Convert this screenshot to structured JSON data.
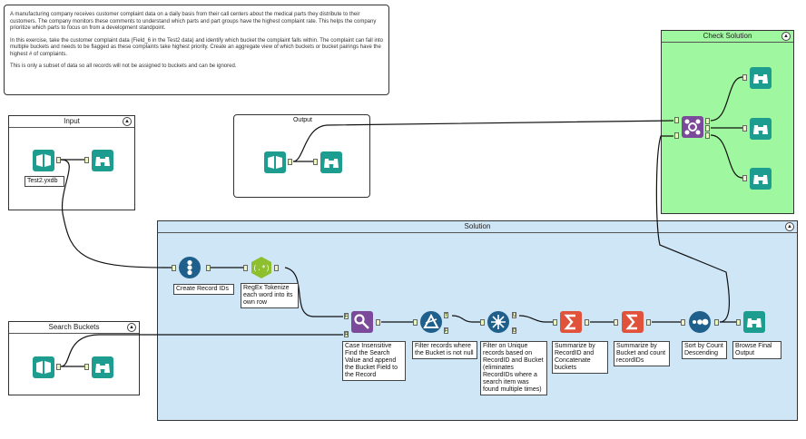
{
  "comment": {
    "p1": "A manufacturing company receives customer complaint data on a daily basis from their call centers about the medical parts they distribute to their customers. The company monitors these comments to understand which parts and part groups have the highest complaint rate. This helps the company prioritize which parts to focus on from a development standpoint.",
    "p2": "In this exercise, take the customer complaint data (Field_6 in the Test2 data) and identify which bucket the complaint falls within. The complaint can fall into multiple buckets and needs to be flagged as these complaints take highest priority. Create an aggregate view of which buckets or bucket pairings have the highest # of complaints.",
    "p3": "This is only a subset of data so all records will not be assigned to buckets and can be ignored."
  },
  "containers": {
    "input": "Input",
    "output": "Output",
    "search_buckets": "Search Buckets",
    "solution": "Solution",
    "check_solution": "Check Solution"
  },
  "labels": {
    "input_file": "Test2.yxdb",
    "record_id": "Create Record IDs",
    "regex": "RegEx Tokenize each word into its own row",
    "find_replace": "Case Insensitive Find the Search Value and append the Bucket Field to the Record",
    "filter": "Filter records where the Bucket is not null",
    "unique": "Filter on Unique records based on RecordID and Bucket (eliminates RecordIDs where a search item was found multiple times)",
    "summ1": "Summarize by RecordID and Concatenate buckets",
    "summ2": "Summarize by Bucket and count recordIDs",
    "sort": "Sort by Count Descending",
    "browse": "Browse Final Output"
  },
  "anchors": {
    "find": "F",
    "replace": "R",
    "true": "T",
    "false": "F",
    "unique": "U",
    "dup": "D"
  },
  "colors": {
    "input_tool": "#1c9d8f",
    "browse_tool": "#1c9d8f",
    "prep_tool": "#1f5f8b",
    "parse_tool": "#8dbf2f",
    "join_tool": "#7b4a9b",
    "summarize_tool": "#e0523a",
    "solution_bg": "#cfe6f7",
    "check_bg": "#9ff79f"
  }
}
